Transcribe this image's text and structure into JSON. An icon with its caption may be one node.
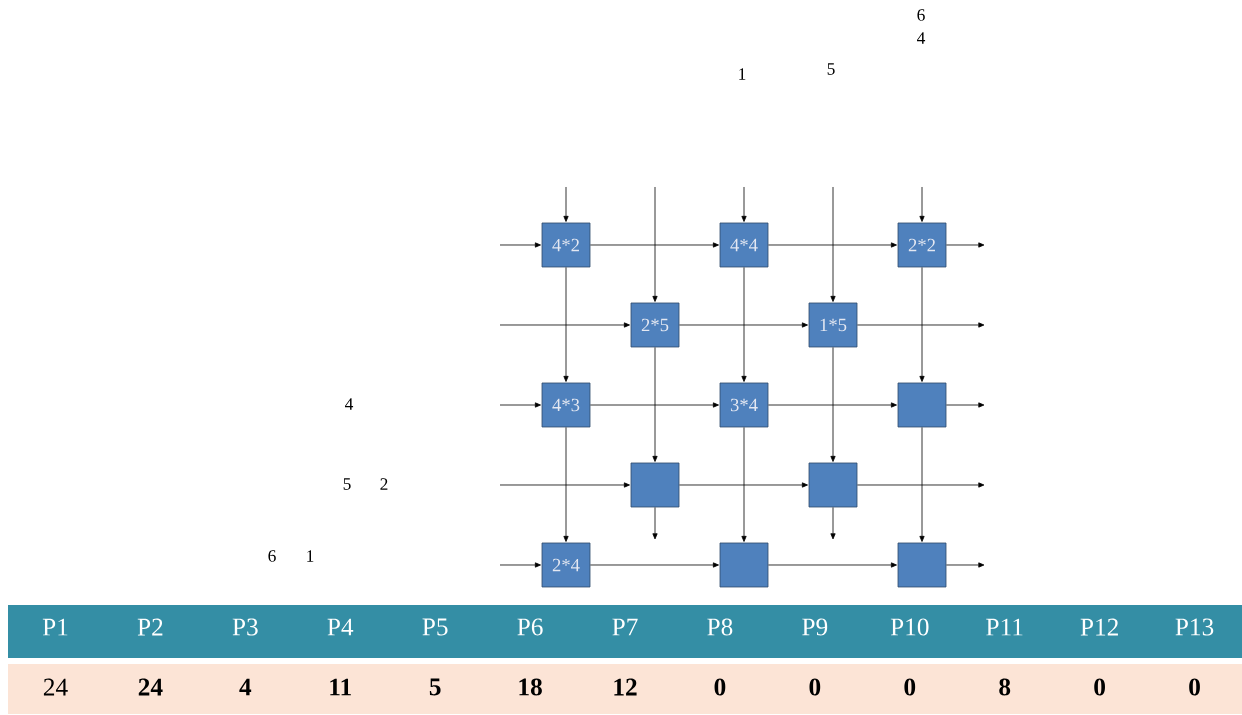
{
  "diagram": {
    "nodes": [
      {
        "text": [
          "4*2"
        ]
      },
      {
        "text": [
          "4*4"
        ]
      },
      {
        "text": [
          "2*2"
        ]
      },
      {
        "text": [
          "2*5"
        ]
      },
      {
        "text": [
          "1*5"
        ]
      },
      {
        "text": [
          "4*3"
        ]
      },
      {
        "text": [
          "3*4"
        ]
      },
      {
        "text": [],
        "shape": "box"
      },
      {
        "text": [],
        "shape": "box"
      },
      {
        "text": [],
        "shape": "box"
      },
      {
        "text": [
          "2*4"
        ]
      },
      {
        "text": [],
        "shape": "box"
      },
      {
        "text": [],
        "shape": "box"
      }
    ],
    "edges": [
      {
        "from": null,
        "to": 0,
        "arrow": "to"
      },
      {
        "from": 0,
        "to": 1,
        "arrow": "to"
      },
      {
        "from": 1,
        "to": 2,
        "arrow": "to"
      },
      {
        "from": 2,
        "to": null,
        "arrow": "to"
      },
      {
        "from": null,
        "to": 3,
        "arrow": "to"
      },
      {
        "from": 3,
        "to": 4,
        "arrow": "to"
      },
      {
        "from": 4,
        "to": null,
        "arrow": "to"
      },
      {
        "from": null,
        "to": 5,
        "arrow": "to"
      },
      {
        "from": 5,
        "to": 6,
        "arrow": "to"
      },
      {
        "from": 6,
        "to": 7,
        "arrow": "to"
      },
      {
        "from": 7,
        "to": null,
        "arrow": "to"
      },
      {
        "from": null,
        "to": 8,
        "arrow": "to"
      },
      {
        "from": 8,
        "to": 9,
        "arrow": "to"
      },
      {
        "from": 9,
        "to": null,
        "arrow": "to"
      },
      {
        "from": null,
        "to": 10,
        "arrow": "to"
      },
      {
        "from": 10,
        "to": 11,
        "arrow": "to"
      },
      {
        "from": 11,
        "to": 12,
        "arrow": "to"
      },
      {
        "from": 12,
        "to": null,
        "arrow": "to"
      },
      {
        "from": null,
        "to": 0,
        "arrow": "to"
      },
      {
        "from": 0,
        "to": 5,
        "arrow": "to"
      },
      {
        "from": 5,
        "to": 10,
        "arrow": "to"
      },
      {
        "from": null,
        "to": 3,
        "arrow": "to"
      },
      {
        "from": 3,
        "to": 8,
        "arrow": "to"
      },
      {
        "from": 8,
        "to": null,
        "arrow": "to"
      },
      {
        "from": null,
        "to": 1,
        "arrow": "to"
      },
      {
        "from": 1,
        "to": 6,
        "arrow": "to"
      },
      {
        "from": 6,
        "to": 11,
        "arrow": "to"
      },
      {
        "from": null,
        "to": 4,
        "arrow": "to"
      },
      {
        "from": 4,
        "to": 9,
        "arrow": "to"
      },
      {
        "from": 9,
        "to": null,
        "arrow": "to"
      },
      {
        "from": null,
        "to": 2,
        "arrow": "to"
      },
      {
        "from": 2,
        "to": 7,
        "arrow": "to"
      },
      {
        "from": 7,
        "to": 12,
        "arrow": "to"
      }
    ],
    "labels": [
      "6",
      "4",
      "1",
      "5",
      "4",
      "5",
      "2",
      "6",
      "1",
      "P1",
      "P2",
      "P3",
      "P4",
      "P5",
      "P6",
      "P7",
      "P8",
      "P9",
      "P10",
      "P11",
      "P12",
      "P13",
      "24",
      "24",
      "4",
      "11",
      "5",
      "18",
      "12",
      "0",
      "0",
      "0",
      "8",
      "0",
      "0"
    ]
  }
}
